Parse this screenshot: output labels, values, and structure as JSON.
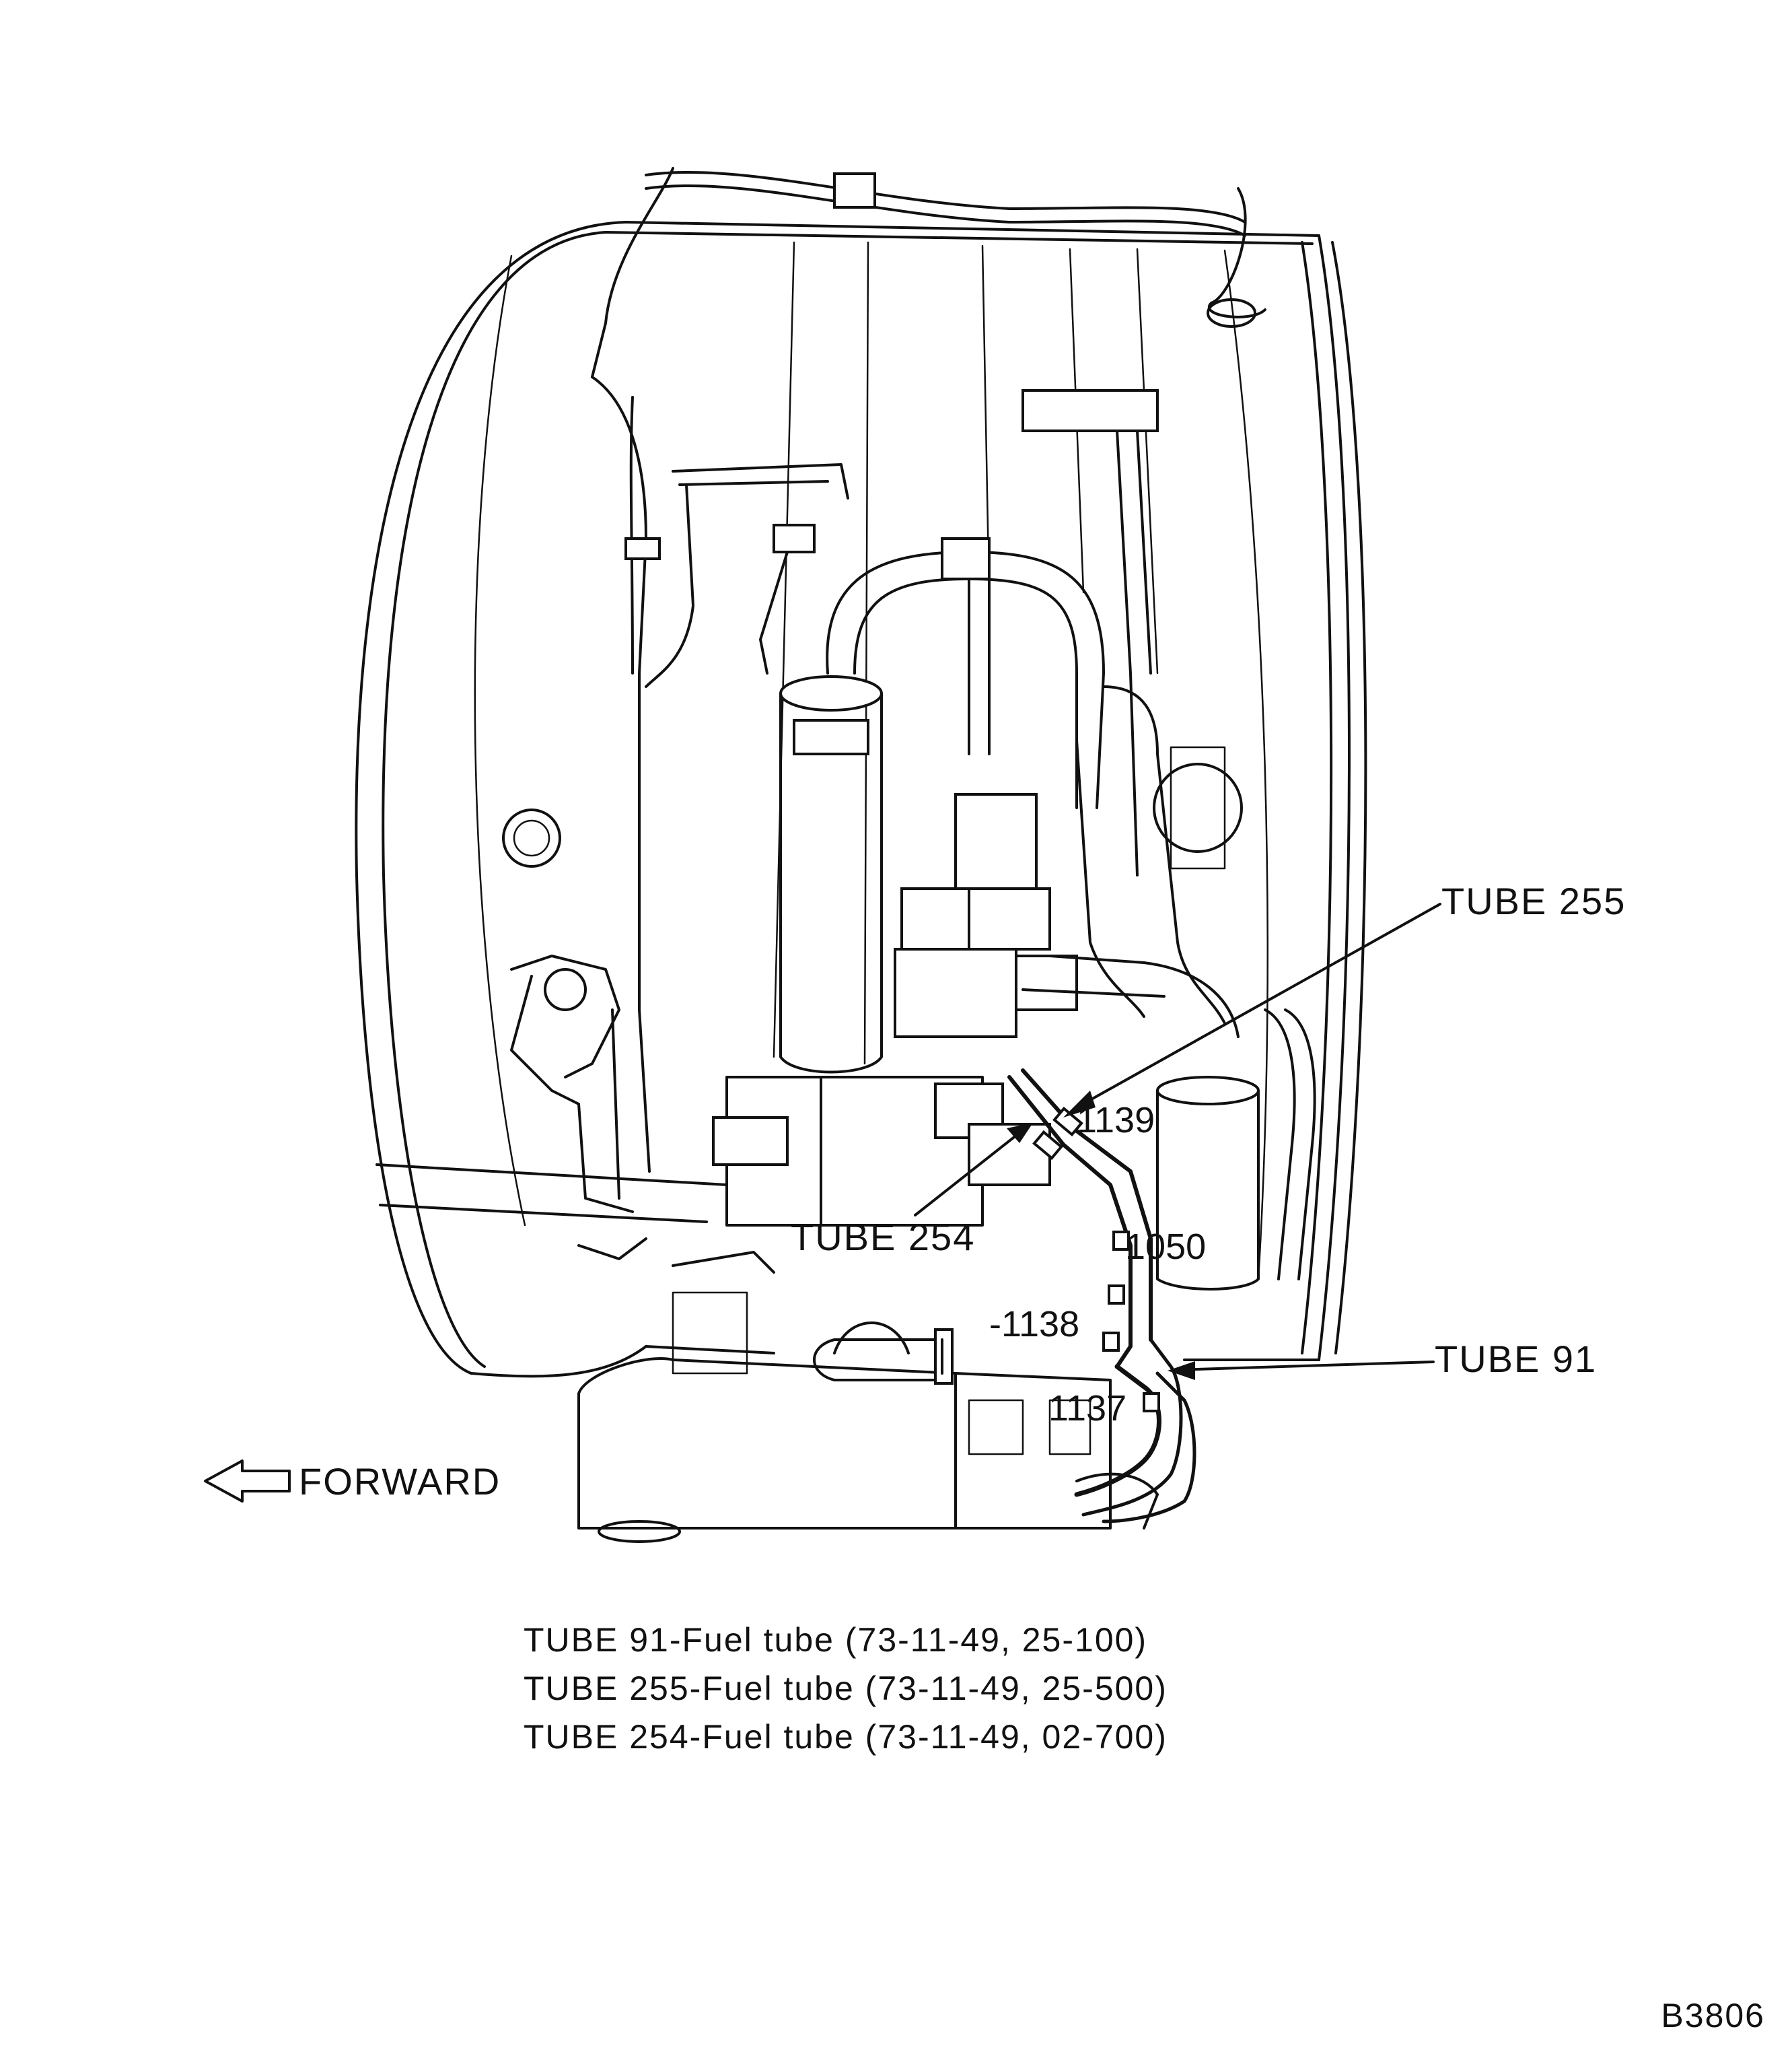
{
  "callouts": {
    "tube_255": "TUBE 255",
    "tube_254": "TUBE 254",
    "tube_91": "TUBE 91",
    "forward": "FORWARD"
  },
  "item_numbers": {
    "n1139": "1139",
    "n1050": "1050",
    "n1138": "-1138",
    "n1137": "1137"
  },
  "legend": [
    "TUBE 91-Fuel tube (73-11-49, 25-100)",
    "TUBE 255-Fuel tube (73-11-49, 25-500)",
    "TUBE 254-Fuel tube (73-11-49, 02-700)"
  ],
  "figure_id": "B3806"
}
